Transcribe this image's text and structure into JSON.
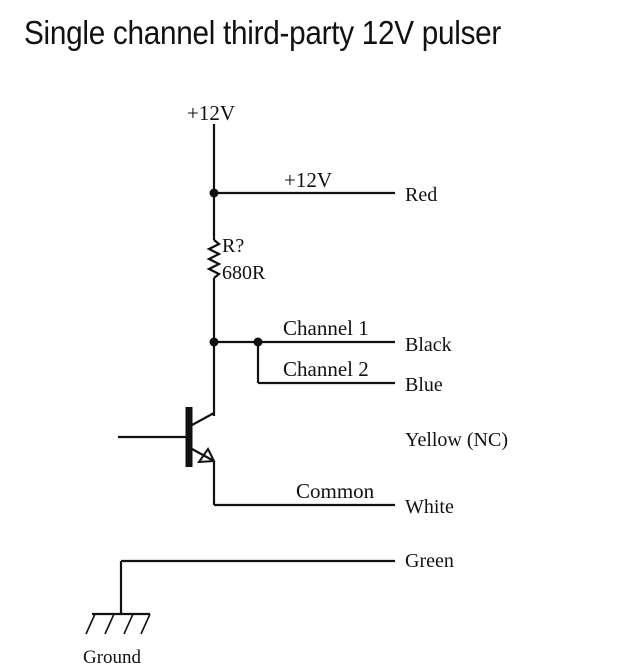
{
  "title": "Single channel third-party 12V pulser",
  "diagram": {
    "supply_label": "+12V",
    "wire_12v_label": "+12V",
    "resistor_ref": "R?",
    "resistor_value": "680R",
    "channel1_label": "Channel 1",
    "channel2_label": "Channel 2",
    "common_label": "Common",
    "ground_label": "Ground",
    "wires": {
      "red": "Red",
      "black": "Black",
      "blue": "Blue",
      "yellow": "Yellow (NC)",
      "white": "White",
      "green": "Green"
    }
  }
}
